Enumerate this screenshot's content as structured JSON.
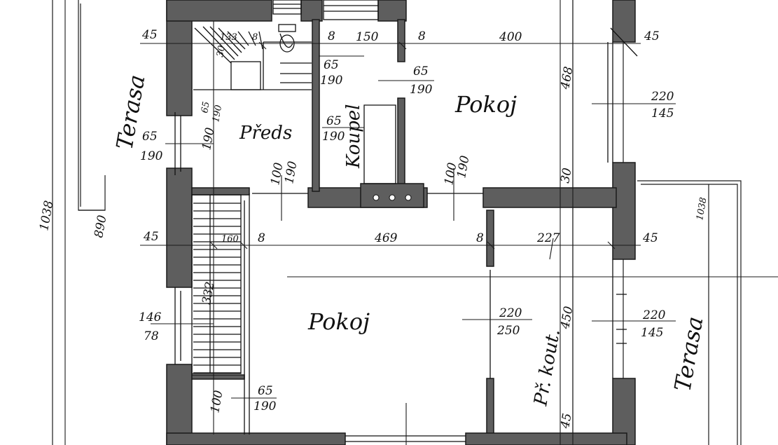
{
  "rooms": {
    "terrace_left": "Terasa",
    "terrace_right": "Terasa",
    "hall": "Předs",
    "bathroom": "Koupel",
    "room_upper": "Pokoj",
    "room_lower": "Pokoj",
    "smoking_corner": "Př. kout."
  },
  "dims": {
    "d_45_a": "45",
    "d_133": "133",
    "d_8_a": "8",
    "d_30_a": "30",
    "d_150": "150",
    "d_8_b": "8",
    "d_400": "400",
    "d_45_b": "45",
    "d_65_a": "65",
    "d_190_a": "190",
    "d_65_b": "65",
    "d_190_b": "190",
    "d_468": "468",
    "d_220_a": "220",
    "d_145_a": "145",
    "d_65_c": "65",
    "d_190_c": "190",
    "d_65_d": "65",
    "d_190_d": "190",
    "d_65_e": "65",
    "d_190_e": "190",
    "d_100_a": "100",
    "d_190_f": "190",
    "d_100_b": "100",
    "d_190_g": "190",
    "d_30_b": "30",
    "d_1038_a": "1038",
    "d_1038_b": "1038",
    "d_890": "890",
    "d_45_c": "45",
    "d_160": "160",
    "d_8_c": "8",
    "d_469": "469",
    "d_8_d": "8",
    "d_227": "227",
    "d_45_d": "45",
    "d_332": "332",
    "d_146": "146",
    "d_78": "78",
    "d_220_b": "220",
    "d_250": "250",
    "d_450": "450",
    "d_220_c": "220",
    "d_145_b": "145",
    "d_100_c": "100",
    "d_65_f": "65",
    "d_190_h": "190",
    "d_45_e": "45"
  }
}
